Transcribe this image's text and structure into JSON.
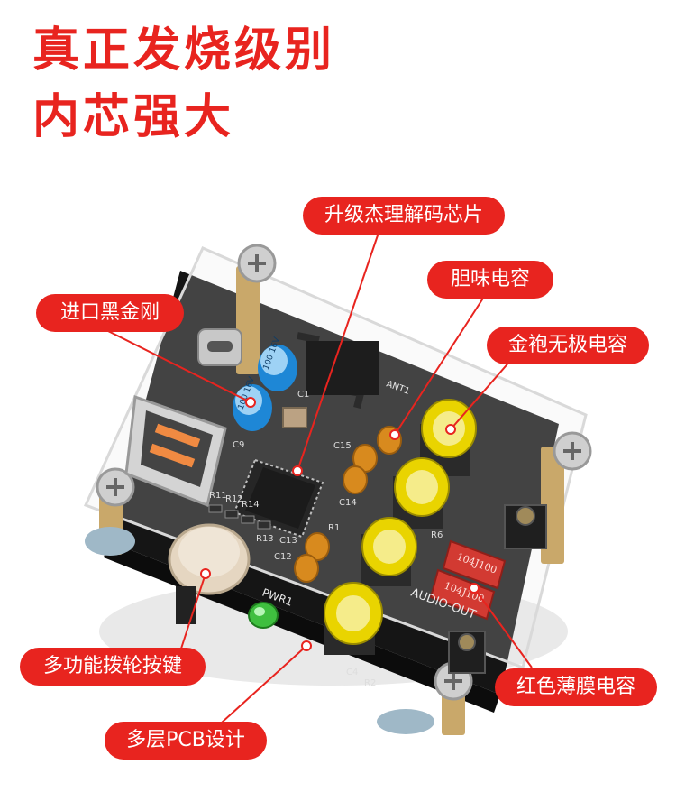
{
  "headline": {
    "line1": "真正发烧级别",
    "line2": "内芯强大"
  },
  "callouts": {
    "decoder_chip": "升级杰理解码芯片",
    "bile_capacitor": "胆味电容",
    "usb_port": "进口黑金刚",
    "gold_capacitor": "金袍无极电容",
    "dial_button": "多功能拨轮按键",
    "film_capacitor": "红色薄膜电容",
    "pcb_design": "多层PCB设计"
  },
  "board_markings": {
    "audio_out": "AUDIO-OUT",
    "pwr": "PWR1",
    "ant": "ANT1",
    "film_cap_code_1": "104J100",
    "film_cap_code_2": "104J100",
    "cap_rating_1": "100 16V",
    "cap_rating_2": "100 16V",
    "silk": [
      "C1",
      "C9",
      "C13",
      "C12",
      "C14",
      "C15",
      "C4",
      "R1",
      "R2",
      "R6",
      "R11",
      "R12",
      "R13",
      "R14"
    ]
  },
  "colors": {
    "accent_red": "#e8241f",
    "pcb_black": "#151515",
    "gold_cap": "#e9d400",
    "orange_cap": "#d88a1e",
    "film_cap_red": "#d23a32"
  }
}
